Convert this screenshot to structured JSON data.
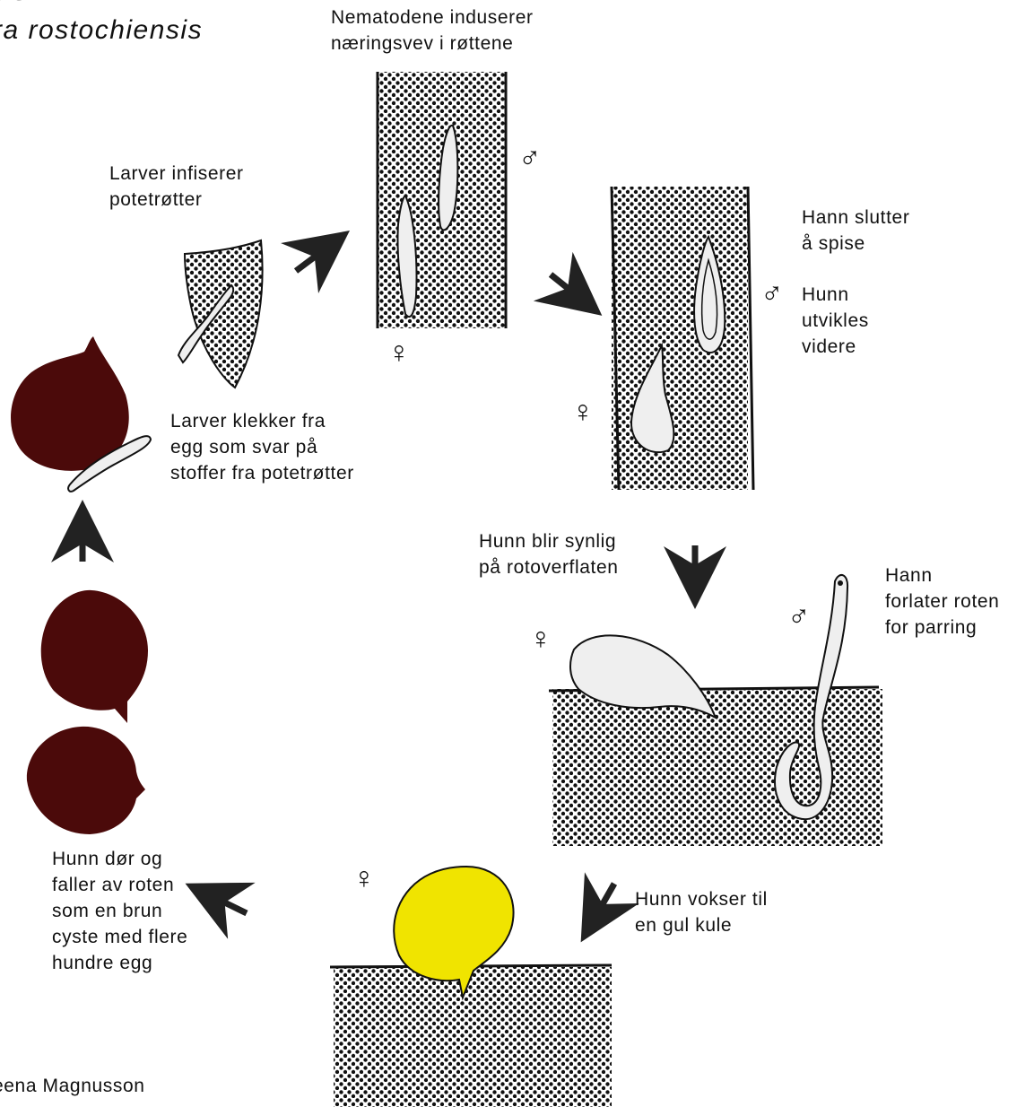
{
  "title": "kids",
  "subtitle": "ra rostochiensis",
  "colors": {
    "cyst_brown": "#4b0a0a",
    "female_yellow": "#f0e400",
    "nematode_white": "#efefef",
    "root_dots": "#111111"
  },
  "steps": {
    "induce": "Nematodene induserer\nnæringsvev i røttene",
    "infect": "Larver infiserer\npotetrøtter",
    "male_stops": "Hann slutter\nå spise",
    "female_develops": "Hunn\nutvikles\nvidere",
    "hatch": "Larver klekker fra\negg som svar på\nstoffer fra potetrøtter",
    "visible": "Hunn blir synlig\npå rotoverflaten",
    "male_leaves": "Hann\nforlater roten\nfor parring",
    "dies": "Hunn dør og\nfaller av roten\nsom en brun\ncyste med flere\nhundre egg",
    "grows": "Hunn vokser til\nen gul kule"
  },
  "credit": ":\neena Magnusson",
  "symbols": {
    "male": "♂",
    "female": "♀"
  }
}
